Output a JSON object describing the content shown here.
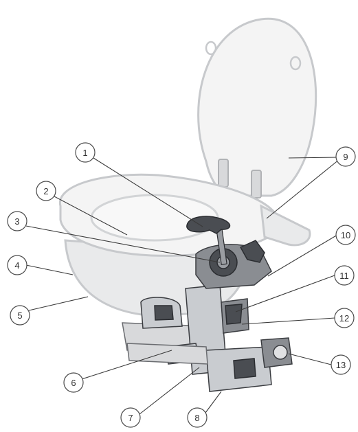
{
  "callouts": [
    {
      "id": "1",
      "label": "1"
    },
    {
      "id": "2",
      "label": "2"
    },
    {
      "id": "3",
      "label": "3"
    },
    {
      "id": "4",
      "label": "4"
    },
    {
      "id": "5",
      "label": "5"
    },
    {
      "id": "6",
      "label": "6"
    },
    {
      "id": "7",
      "label": "7"
    },
    {
      "id": "8",
      "label": "8"
    },
    {
      "id": "9",
      "label": "9"
    },
    {
      "id": "10",
      "label": "10"
    },
    {
      "id": "11",
      "label": "11"
    },
    {
      "id": "12",
      "label": "12"
    },
    {
      "id": "13",
      "label": "13"
    }
  ],
  "colors": {
    "porcelain_outline": "#c7c9cc",
    "mechanism": "#4a4d52",
    "callout_stroke": "#4a4a4a"
  }
}
